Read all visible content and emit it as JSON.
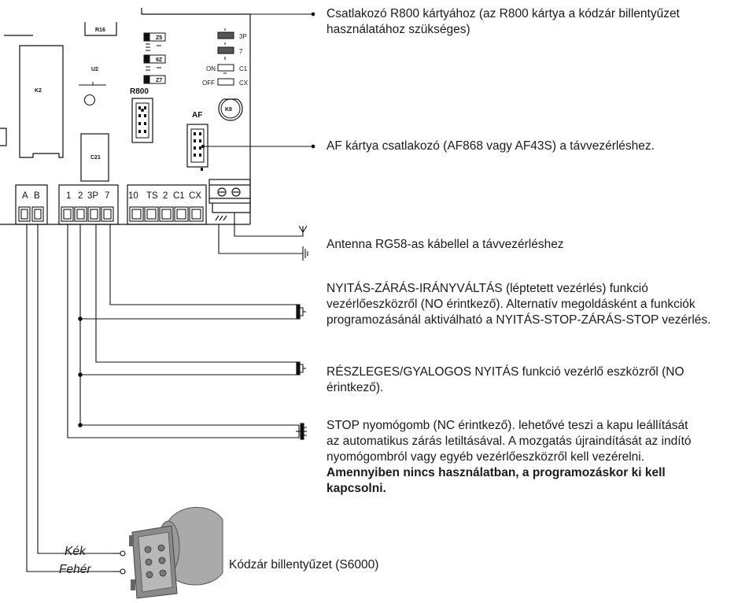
{
  "board": {
    "component_labels": [
      "R16",
      "U2",
      "K8",
      "K2",
      "C21",
      "Z5",
      "9Z",
      "Z7"
    ],
    "connector_labels": {
      "r800": "R800",
      "af": "AF"
    },
    "jumpers": {
      "labels": [
        "3P",
        "7",
        "C1",
        "CX"
      ],
      "on_label": "ON",
      "off_label": "OFF"
    },
    "terminal_groups": [
      {
        "labels": [
          "A",
          "B"
        ]
      },
      {
        "labels": [
          "1",
          "2",
          "3P",
          "7"
        ]
      },
      {
        "labels": [
          "10",
          "TS",
          "2",
          "C1",
          "CX"
        ]
      }
    ]
  },
  "annotations": {
    "r800_connector": {
      "line1": "Csatlakozó R800 kártyához (az R800 kártya a kódzár billentyűzet",
      "line2": "használatához szükséges)"
    },
    "af_connector": "AF kártya csatlakozó (AF868 vagy AF43S) a távvezérléshez.",
    "antenna": "Antenna RG58-as kábellel a távvezérléshez",
    "open_close": {
      "line1": "NYITÁS-ZÁRÁS-IRÁNYVÁLTÁS (léptetett vezérlés) funkció",
      "line2": "vezérlőeszközről (NO érintkező). Alternatív megoldásként a funkciók",
      "line3": "programozásánál aktiválható a NYITÁS-STOP-ZÁRÁS-STOP vezérlés."
    },
    "partial_open": {
      "line1": "RÉSZLEGES/GYALOGOS NYITÁS funkció vezérlő eszközről (NO",
      "line2": "érintkező)."
    },
    "stop": {
      "line1": "STOP nyomógomb (NC érintkező). lehetővé teszi a kapu leállítását",
      "line2": "az automatikus zárás letiltásával. A mozgatás újraindítását az indító",
      "line3": "nyomógombról vagy egyéb vezérlőeszközről kell vezérelni.",
      "bold_line1": "Amennyiben nincs használatban, a programozáskor ki kell",
      "bold_line2": "kapcsolni."
    }
  },
  "keypad": {
    "wire_blue": "Kék",
    "wire_white": "Fehér",
    "label": "Kódzár billentyűzet (S6000)"
  }
}
